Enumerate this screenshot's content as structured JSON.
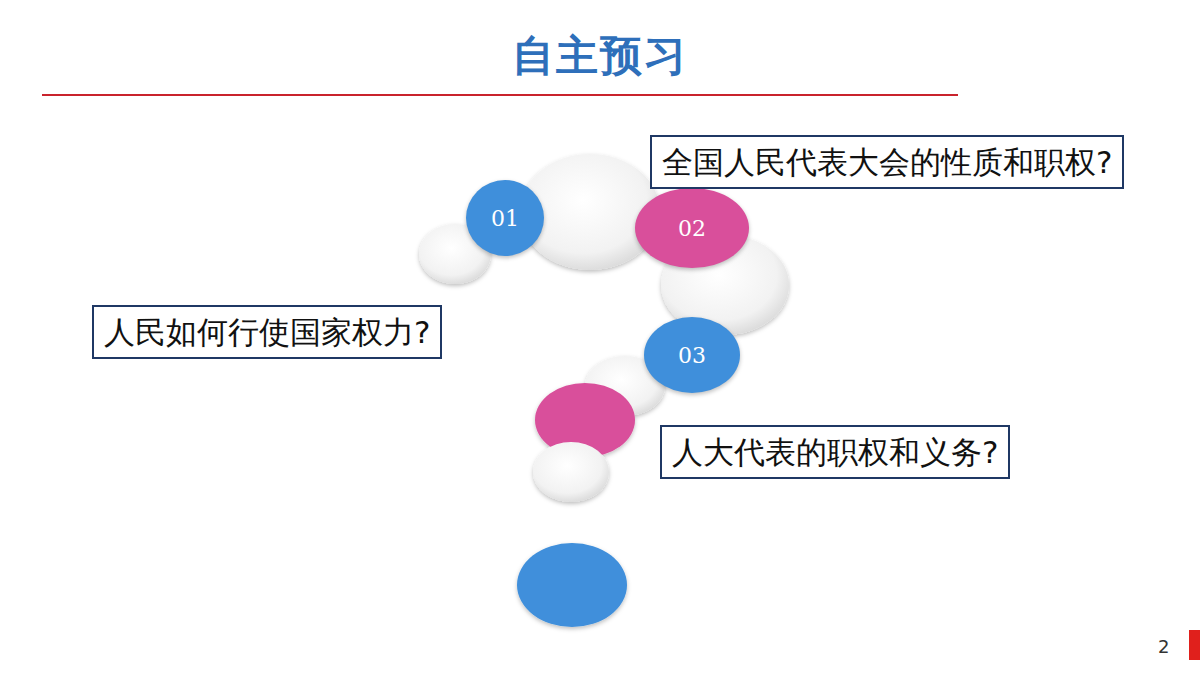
{
  "diagram": {
    "title": "自主预习",
    "nodes": [
      {
        "text": [
          "01"
        ]
      },
      {
        "text": [
          "02"
        ]
      },
      {
        "text": [
          "全国人民代表大会的性质和职权?"
        ]
      },
      {
        "text": [
          "人民如何行使国家权力?"
        ]
      },
      {
        "text": [
          "03"
        ]
      },
      {
        "text": [
          "人大代表的职权和义务?"
        ]
      }
    ],
    "labels": [
      "2"
    ]
  }
}
